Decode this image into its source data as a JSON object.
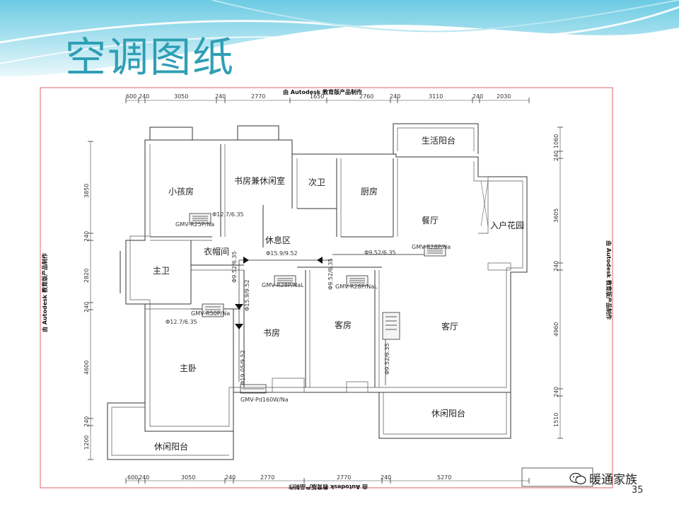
{
  "slide": {
    "title": "空调图纸",
    "page_number": "35",
    "brand": "暖通家族"
  },
  "watermark": {
    "text": "由 Autodesk 教育版产品制作"
  },
  "rooms": {
    "child_room": "小孩房",
    "study_leisure": "书房兼休闲室",
    "second_bath": "次卫",
    "kitchen": "厨房",
    "living_balcony": "生活阳台",
    "dining": "餐厅",
    "entry_garden": "入户花园",
    "rest_area": "休息区",
    "cloakroom": "衣帽间",
    "master_bath": "主卫",
    "study": "书房",
    "guest_room": "客房",
    "living_room": "客厅",
    "master_bedroom": "主卧",
    "leisure_balcony_right": "休闲阳台",
    "leisure_balcony_left": "休闲阳台"
  },
  "equipment": {
    "unit_child": "GMV-R25P/Na",
    "pipe_child": "Φ12.7/6.35",
    "unit_dining": "GMV-R28P/Na",
    "pipe_dining": "Φ9.52/6.35",
    "pipe_rest": "Φ15.9/9.52",
    "unit_study": "GMV-R28P/NaL",
    "unit_guest": "GMV-R28P/NaL",
    "unit_master": "GMV-R50P/Na",
    "pipe_master": "Φ12.7/6.35",
    "unit_outdoor": "GMV-Pd160W/Na",
    "pipe_v1": "Φ9.52/6.35",
    "pipe_v2": "Φ15.9/9.52",
    "pipe_v3": "Φ19.05/9.52",
    "pipe_v4": "Φ9.52/6.35",
    "pipe_v5": "Φ9.52/6.35"
  },
  "dimensions": {
    "top": [
      "600",
      "240",
      "3050",
      "240",
      "2770",
      "1650",
      "2760",
      "240",
      "3110",
      "240",
      "2030"
    ],
    "bottom": [
      "600",
      "240",
      "3050",
      "240",
      "2770",
      "2770",
      "240",
      "5270"
    ],
    "left": [
      "3850",
      "240",
      "2820",
      "240",
      "4600",
      "240",
      "1200"
    ],
    "right": [
      "1060",
      "240",
      "3605",
      "240",
      "4960",
      "240",
      "1510"
    ]
  },
  "colors": {
    "title": "#2f9fb5",
    "frame": "#e06060",
    "banner_light": "#d8f1f7",
    "banner_mid": "#8fd3e6"
  }
}
